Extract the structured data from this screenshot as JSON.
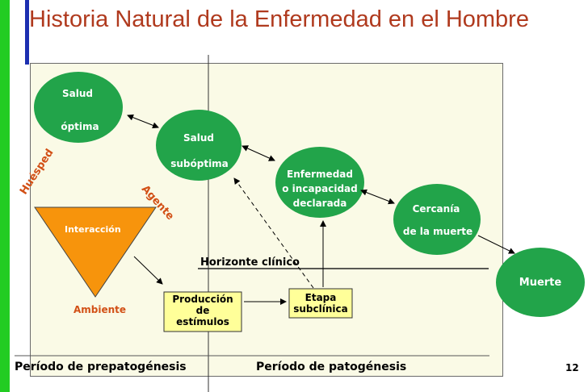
{
  "title": "Historia Natural de la Enfermedad en el Hombre",
  "nodes": {
    "salud_optima": {
      "line1": "Salud",
      "line2": "óptima"
    },
    "salud_suboptima": {
      "line1": "Salud",
      "line2": "subóptima"
    },
    "enfermedad": {
      "line1": "Enfermedad",
      "line2": "o incapacidad",
      "line3": "declarada"
    },
    "cercania": {
      "line1": "Cercanía",
      "line2": "de la muerte"
    },
    "muerte": {
      "label": "Muerte"
    }
  },
  "triangle": {
    "huesped": "Huésped",
    "agente": "Agente",
    "interaccion": "Interacción",
    "ambiente": "Ambiente"
  },
  "boxes": {
    "produccion": {
      "line1": "Producción",
      "line2": "de",
      "line3": "estímulos"
    },
    "etapa": {
      "line1": "Etapa",
      "line2": "subclínica"
    }
  },
  "horizonte": "Horizonte clínico",
  "periodo_prepatogenesis": "Período de prepatogénesis",
  "periodo_patogenesis": "Período de patogénesis",
  "page_number": "12",
  "colors": {
    "title": "#b03a1e",
    "node_green": "#22a44a",
    "triangle_orange": "#f7940c",
    "box_yellow": "#ffff99",
    "accent_green": "#22cc22",
    "accent_blue": "#1c2fb0"
  }
}
